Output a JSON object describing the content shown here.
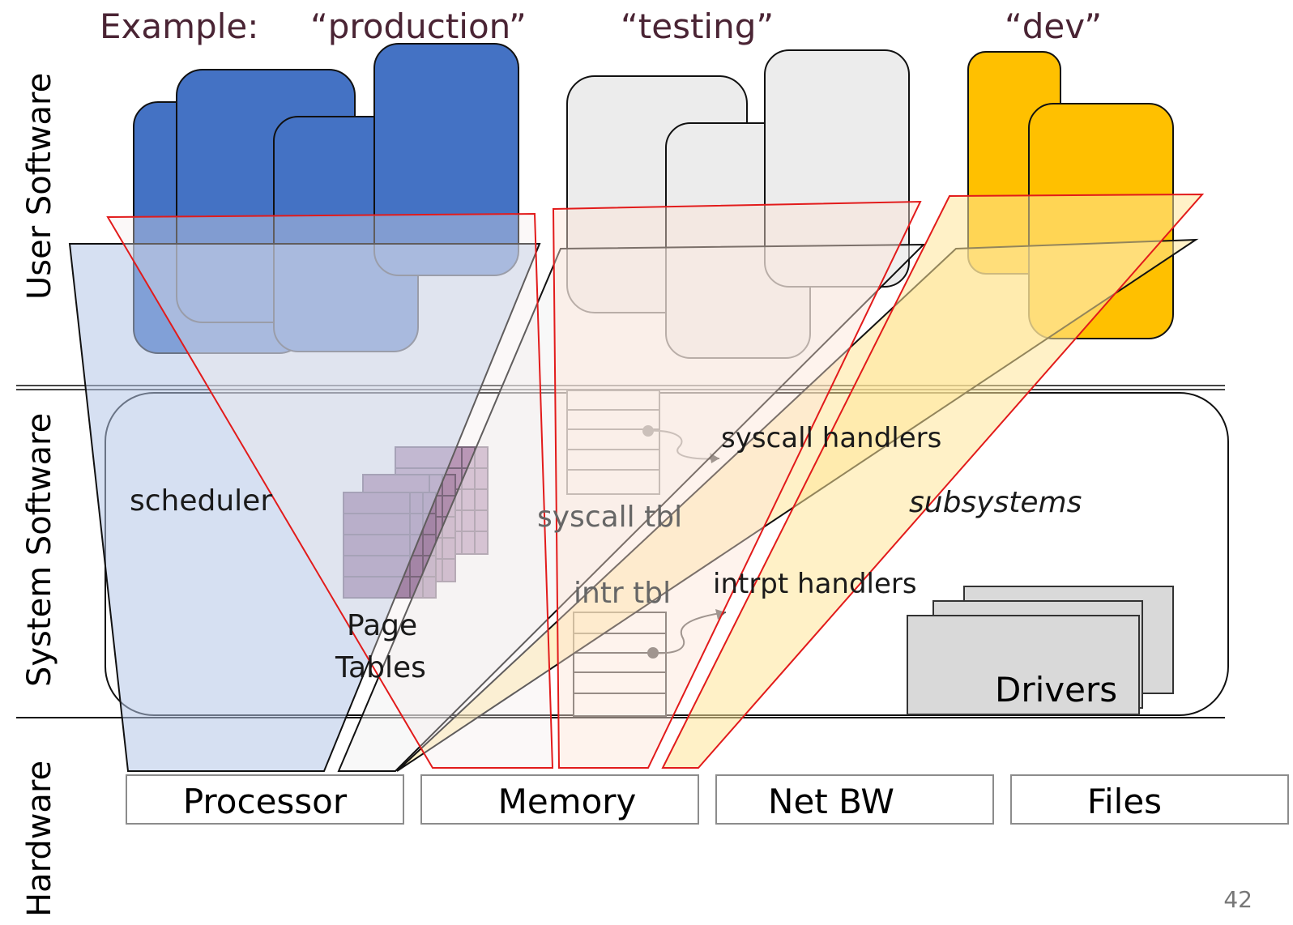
{
  "header": {
    "example_label": "Example:",
    "slice_labels": [
      "“production”",
      "“testing”",
      "“dev”"
    ]
  },
  "layers": {
    "user": "User Software",
    "system": "System Software",
    "hardware": "Hardware"
  },
  "system_labels": {
    "scheduler": "scheduler",
    "page_tables_line1": "Page",
    "page_tables_line2": "Tables",
    "syscall_handlers": "syscall handlers",
    "syscall_tbl": "syscall tbl",
    "subsystems": "subsystems",
    "intr_tbl": "intr tbl",
    "intrpt_handlers": "intrpt handlers",
    "drivers": "Drivers"
  },
  "hardware": [
    "Processor",
    "Memory",
    "Net BW",
    "Files"
  ],
  "page_number": "42",
  "colors": {
    "production": "#4472c4",
    "testing": "#ececec",
    "dev": "#ffc000",
    "page_tables": "#7a4f82",
    "slice_outline": "#e21b1b"
  }
}
